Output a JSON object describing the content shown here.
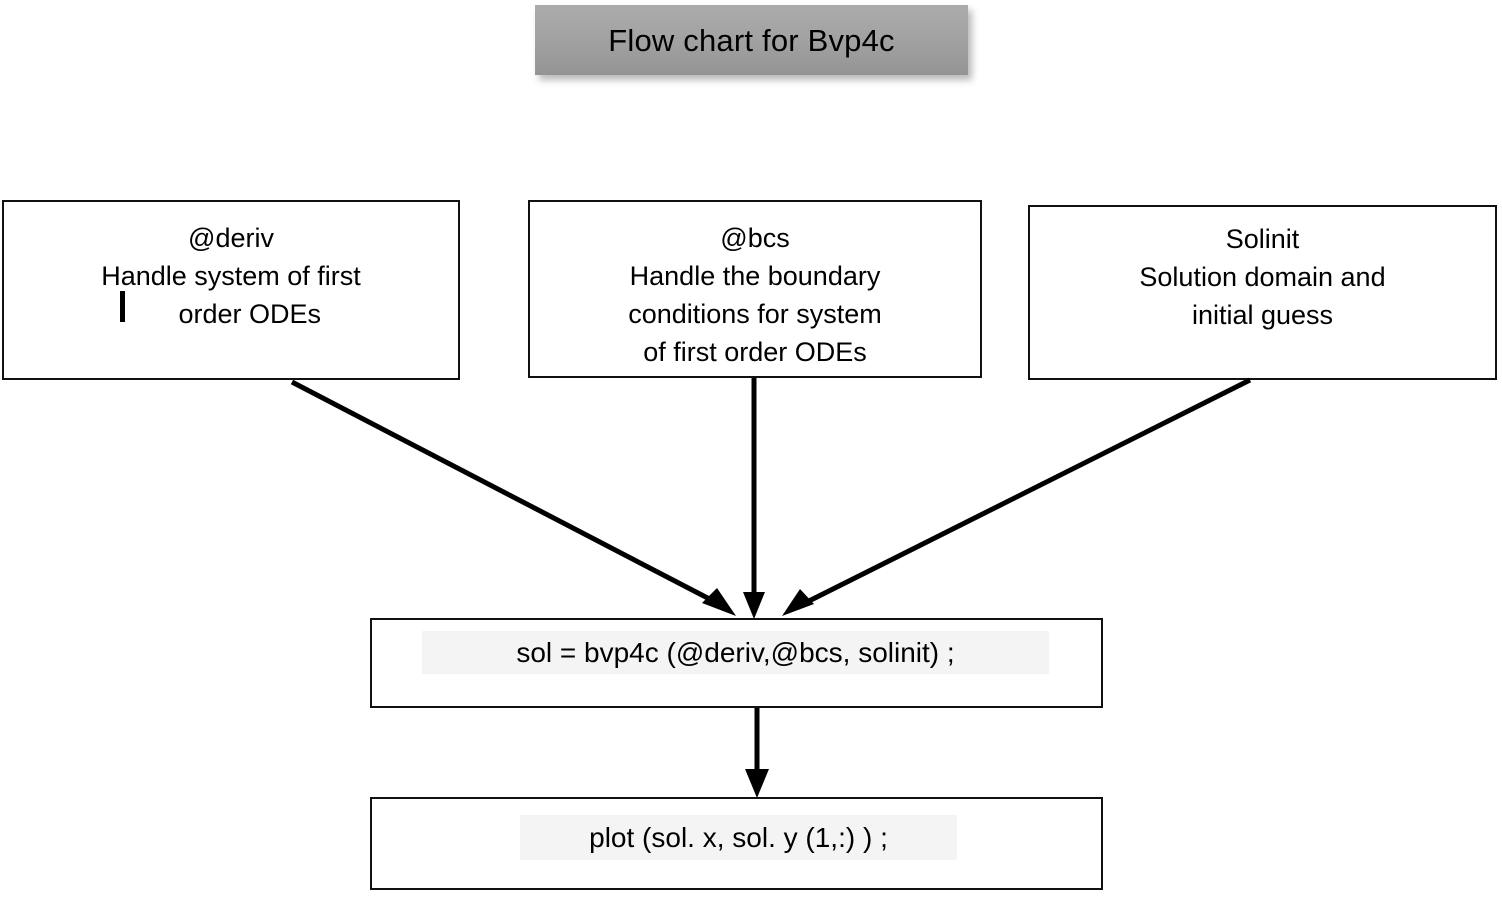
{
  "title": {
    "text": "Flow chart for Bvp4c"
  },
  "boxes": {
    "deriv": {
      "name": "@deriv",
      "text": "@deriv\nHandle system of first\n     order ODEs"
    },
    "bcs": {
      "name": "@bcs",
      "text": "@bcs\nHandle the boundary\nconditions for system\nof first order ODEs"
    },
    "solinit": {
      "name": "Solinit",
      "text": "Solinit\nSolution domain and\ninitial guess"
    },
    "bvp4c": {
      "code": "sol = bvp4c (@deriv,@bcs, solinit) ;"
    },
    "plot": {
      "code": "plot (sol. x, sol. y (1,:) ) ;"
    }
  },
  "connectors": [
    {
      "name": "arrow-deriv-to-bvp4c",
      "from": "deriv",
      "to": "bvp4c",
      "kind": "diagonal-right-down"
    },
    {
      "name": "arrow-bcs-to-bvp4c",
      "from": "bcs",
      "to": "bvp4c",
      "kind": "vertical"
    },
    {
      "name": "arrow-solinit-to-bvp4c",
      "from": "solinit",
      "to": "bvp4c",
      "kind": "diagonal-left-down"
    },
    {
      "name": "arrow-bvp4c-to-plot",
      "from": "bvp4c",
      "to": "plot",
      "kind": "vertical"
    }
  ],
  "colors": {
    "banner_top": "#ababab",
    "banner_bottom": "#949494",
    "box_border": "#111111",
    "code_highlight": "#f4f4f4",
    "text": "#000000",
    "background": "#ffffff"
  }
}
